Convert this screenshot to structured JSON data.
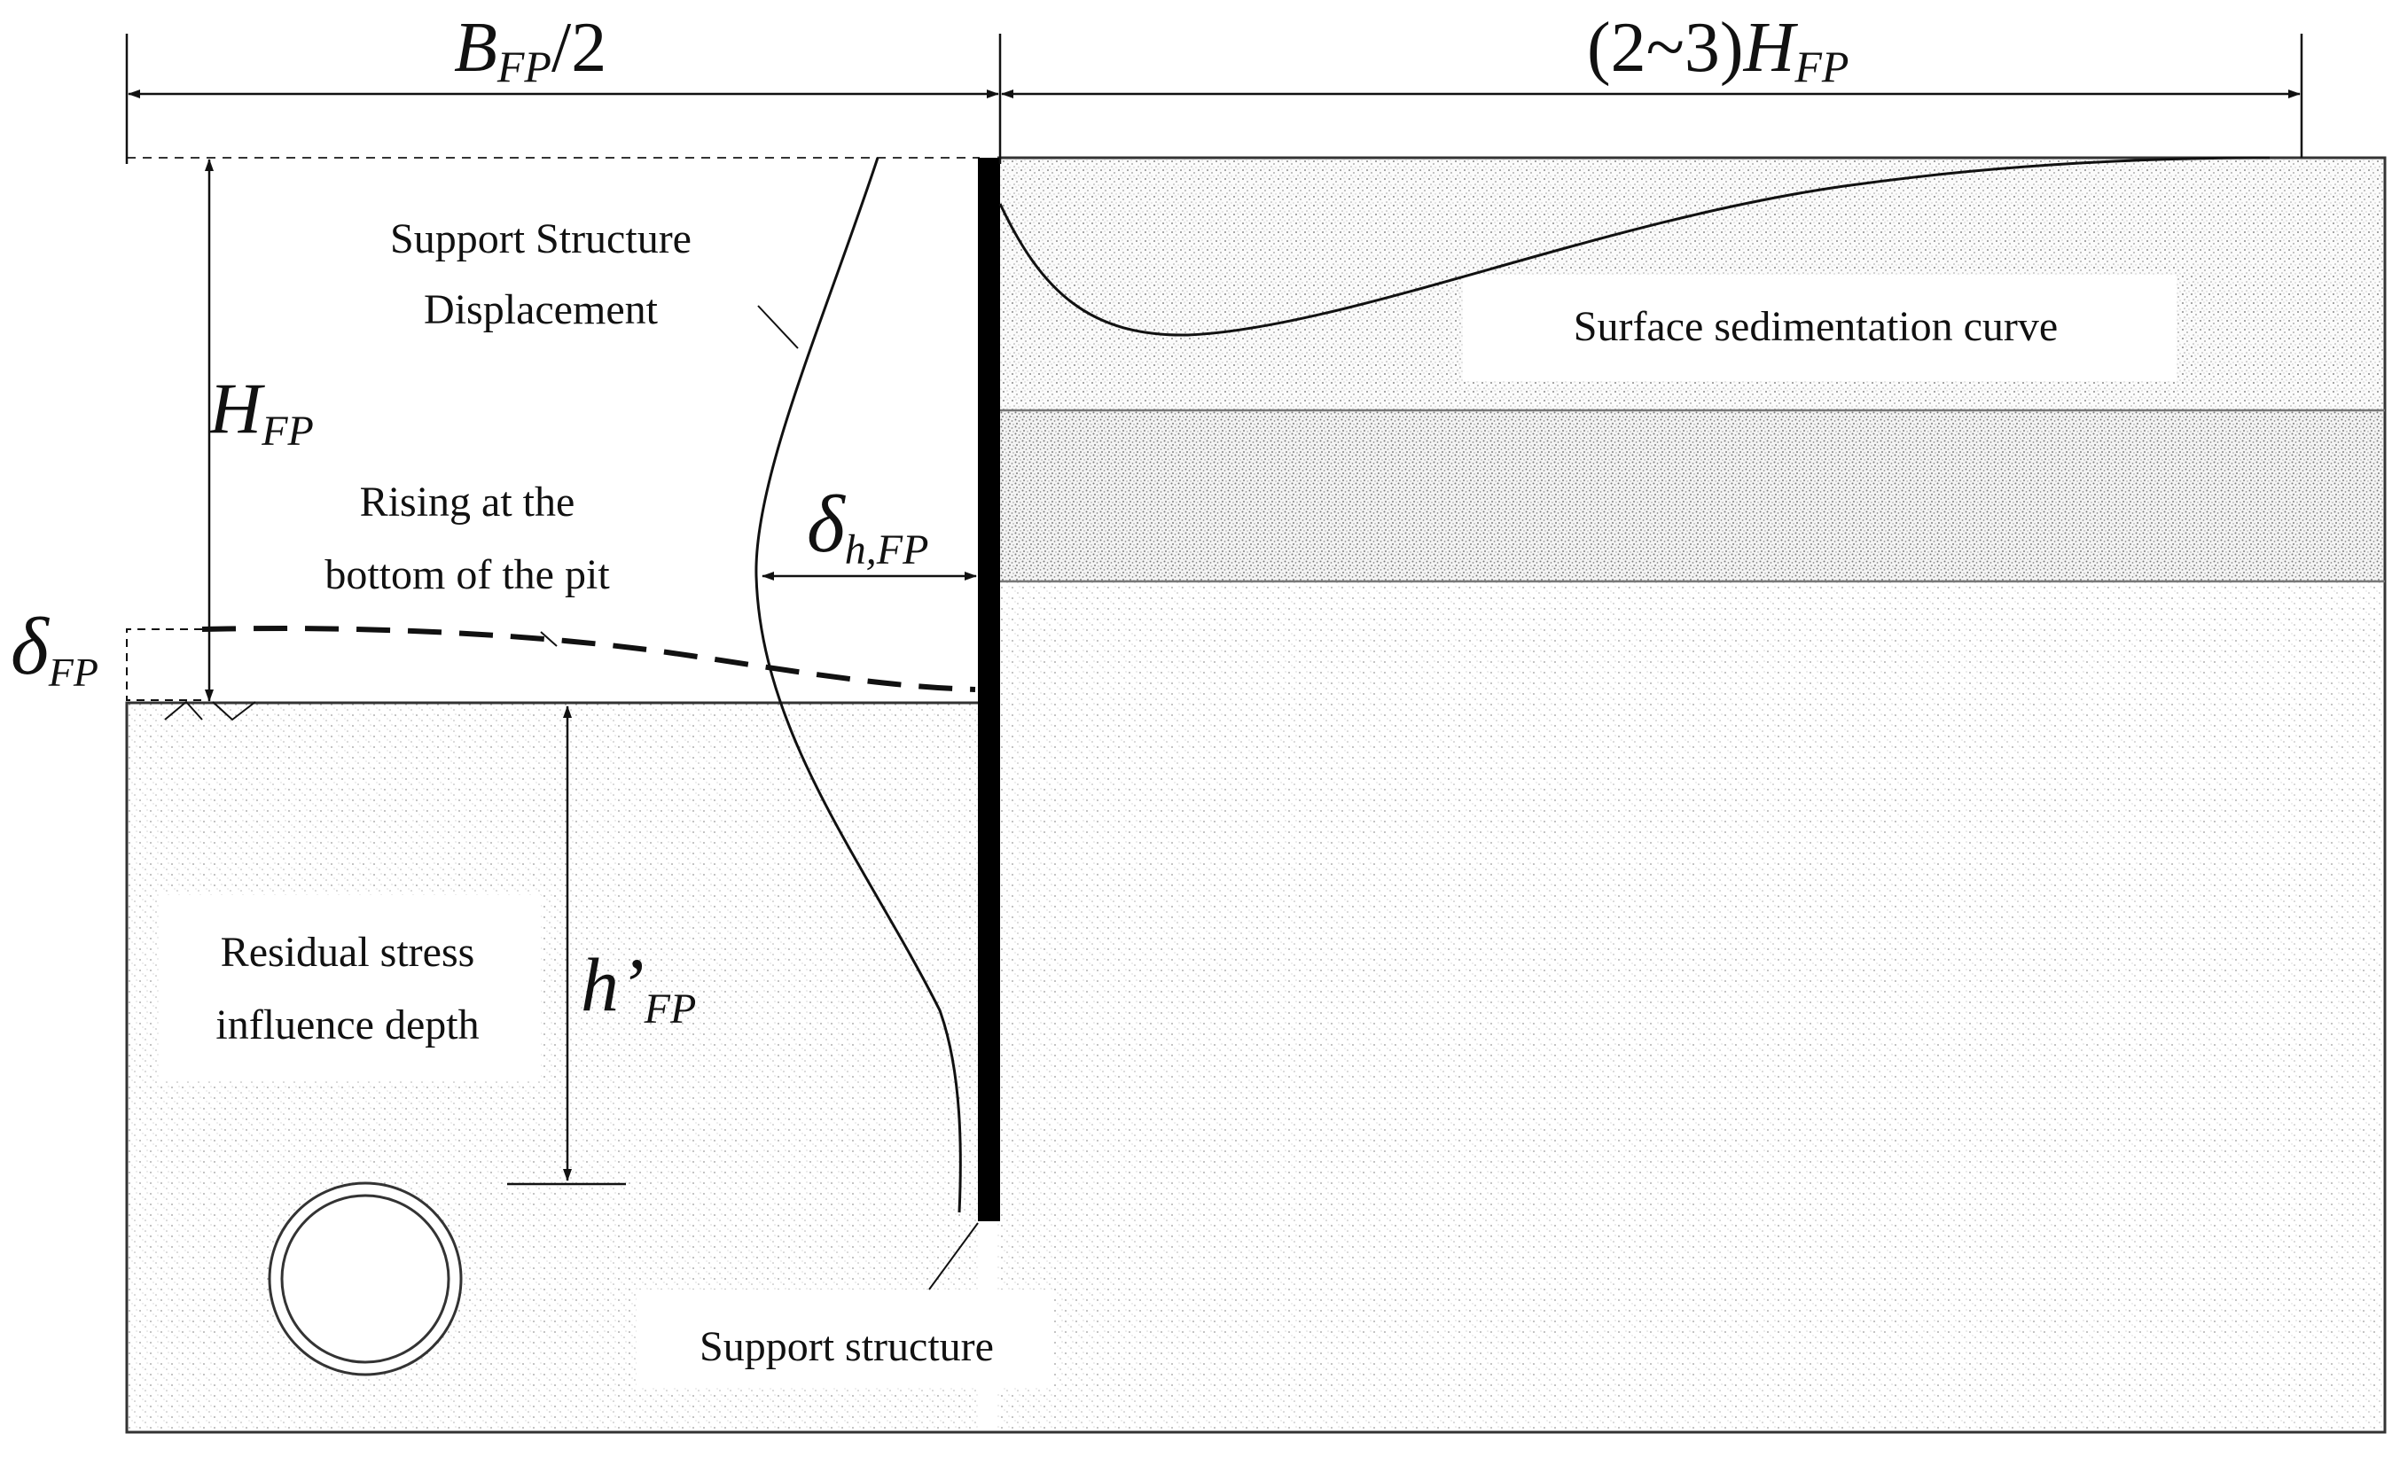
{
  "dimensions": {
    "half_width": {
      "main": "B",
      "sub": "FP",
      "tail": "/2"
    },
    "influence_range": {
      "prefix": "(2~3)",
      "main": "H",
      "sub": "FP"
    },
    "pit_depth": {
      "main": "H",
      "sub": "FP"
    },
    "wall_displacement": {
      "main": "δ",
      "sub": "h,FP"
    },
    "heave": {
      "main": "δ",
      "sub": "FP"
    },
    "residual_depth": {
      "main": "h’",
      "sub": "FP"
    }
  },
  "labels": {
    "support_displacement_line1": "Support Structure",
    "support_displacement_line2": "Displacement",
    "rising_line1": "Rising at the",
    "rising_line2": "bottom of the pit",
    "surface_curve": "Surface sedimentation curve",
    "residual_line1": "Residual stress",
    "residual_line2": "influence depth",
    "support_structure": "Support structure"
  }
}
